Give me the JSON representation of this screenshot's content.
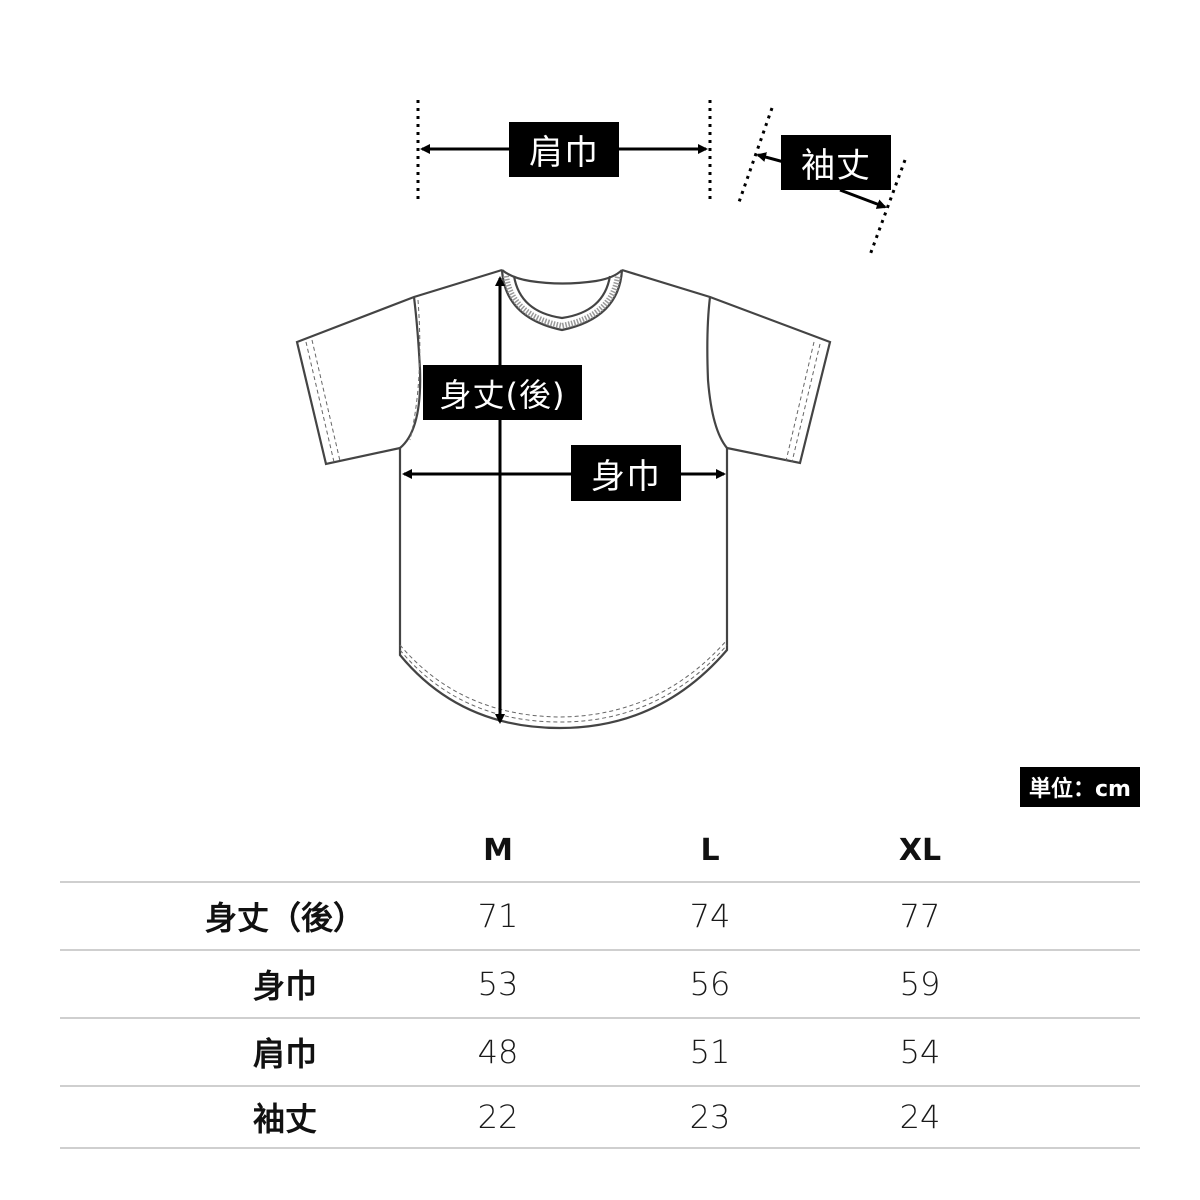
{
  "diagram": {
    "labels": {
      "shoulder_width": "肩巾",
      "sleeve_length": "袖丈",
      "body_length_back": "身丈(後)",
      "body_width": "身巾"
    }
  },
  "unit_badge": "単位：cm",
  "size_table": {
    "columns": [
      "M",
      "L",
      "XL"
    ],
    "rows": [
      {
        "label": "身丈（後）",
        "values": [
          "71",
          "74",
          "77"
        ]
      },
      {
        "label": "身巾",
        "values": [
          "53",
          "56",
          "59"
        ]
      },
      {
        "label": "肩巾",
        "values": [
          "48",
          "51",
          "54"
        ]
      },
      {
        "label": "袖丈",
        "values": [
          "22",
          "23",
          "24"
        ]
      }
    ]
  },
  "colors": {
    "label_bg": "#000000",
    "label_text": "#ffffff",
    "outline": "#444444",
    "divider": "#cfcfcf"
  }
}
